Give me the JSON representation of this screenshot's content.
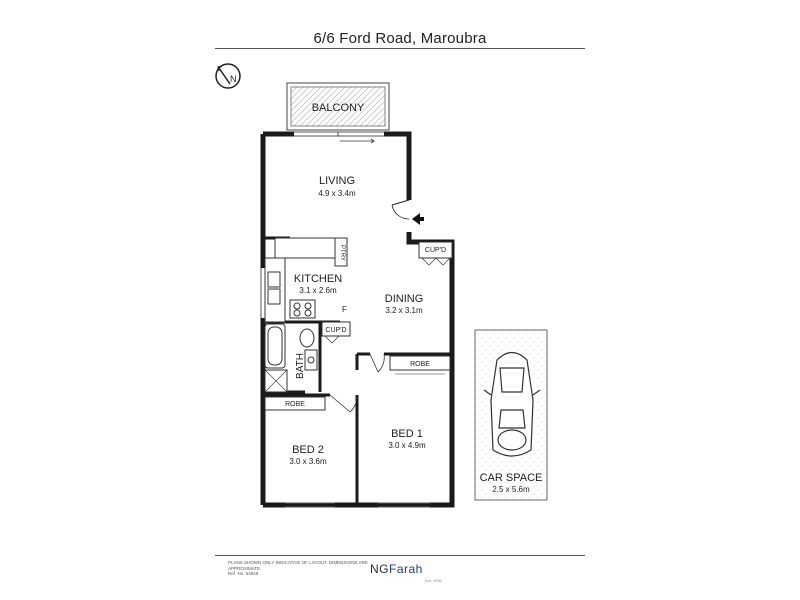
{
  "header": {
    "title": "6/6 Ford Road, Maroubra"
  },
  "compass": {
    "label": "N"
  },
  "rooms": {
    "balcony": {
      "name": "BALCONY"
    },
    "living": {
      "name": "LIVING",
      "dims": "4.9 x 3.4m"
    },
    "kitchen": {
      "name": "KITCHEN",
      "dims": "3.1 x 2.6m",
      "pantry": "PTRY",
      "fridge": "F"
    },
    "dining": {
      "name": "DINING",
      "dims": "3.2 x 3.1m"
    },
    "cupd_entry": {
      "name": "CUP'D"
    },
    "cupd_hall": {
      "name": "CUP'D"
    },
    "bath": {
      "name": "BATH"
    },
    "robe_bed2": {
      "name": "ROBE"
    },
    "robe_bed1": {
      "name": "ROBE"
    },
    "bed2": {
      "name": "BED 2",
      "dims": "3.0 x 3.6m"
    },
    "bed1": {
      "name": "BED 1",
      "dims": "3.0 x 4.9m"
    },
    "car_space": {
      "name": "CAR SPACE",
      "dims": "2.5 x 5.6m"
    }
  },
  "footer": {
    "disclaimer": "PLANS SHOWN ONLY INDICATIVE OF LAYOUT. DIMENSIONS ARE APPROXIMATE",
    "ref": "Ref. No. 54949",
    "logo_ng": "NG",
    "logo_farah": "Farah",
    "logo_sub": "Est. 1994"
  }
}
